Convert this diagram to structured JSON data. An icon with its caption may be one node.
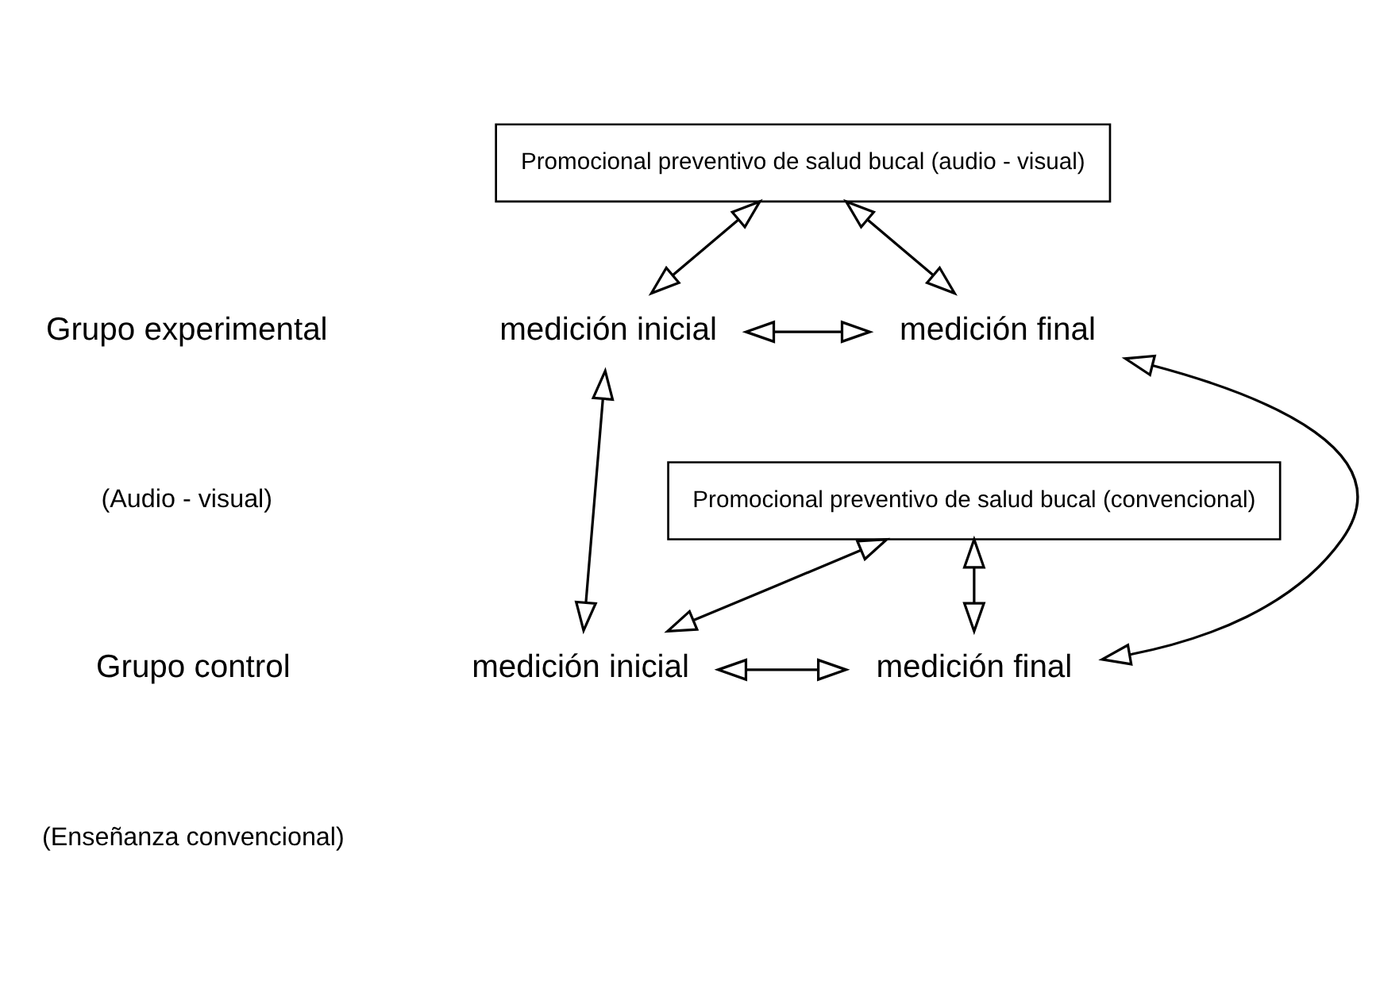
{
  "diagram": {
    "nodes": [
      {
        "text": [
          "Promocional preventivo de salud bucal (audio - visual)"
        ]
      },
      {
        "text": [
          "medición inicial"
        ]
      },
      {
        "text": [
          "medición final"
        ]
      },
      {
        "text": [
          "medición inicial"
        ]
      },
      {
        "text": [
          "medición final"
        ]
      },
      {
        "text": [
          "Promocional preventivo de salud bucal (convencional)"
        ]
      }
    ],
    "edges": [
      {
        "from": 1,
        "to": 2,
        "arrow": "both"
      },
      {
        "from": 0,
        "to": 1,
        "arrow": "both"
      },
      {
        "from": 0,
        "to": 2,
        "arrow": "both"
      },
      {
        "from": 1,
        "to": 3,
        "arrow": "both"
      },
      {
        "from": 2,
        "to": 4,
        "arrow": "both"
      },
      {
        "from": 3,
        "to": 4,
        "arrow": "both"
      },
      {
        "from": 5,
        "to": 3,
        "arrow": "both"
      },
      {
        "from": 5,
        "to": 4,
        "arrow": "both"
      }
    ],
    "labels": [
      "Grupo experimental",
      "(Audio - visual)",
      "Grupo control",
      "(Enseñanza convencional)"
    ]
  }
}
